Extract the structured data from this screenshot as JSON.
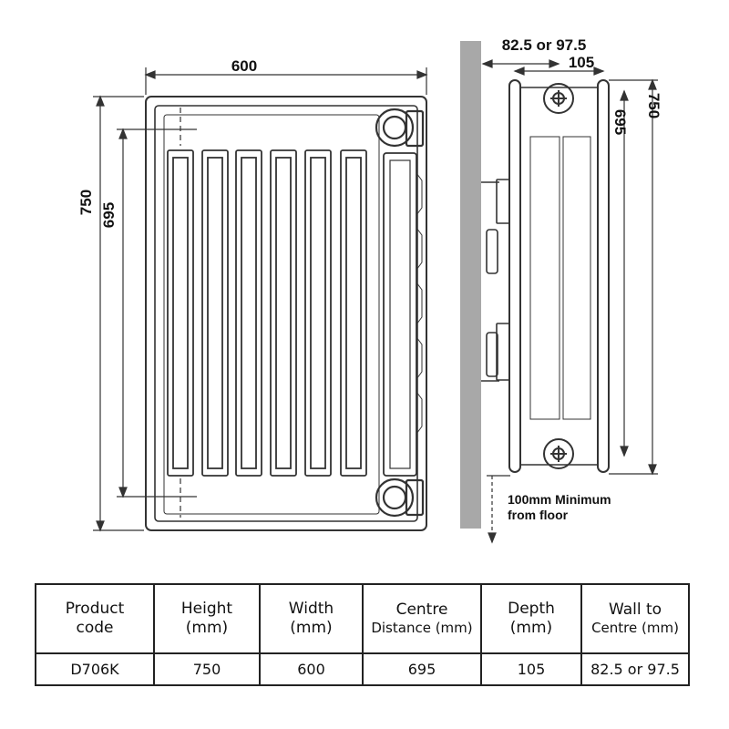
{
  "front_view": {
    "width_label": "600",
    "height_label": "750",
    "centre_label": "695"
  },
  "side_view": {
    "wall_to_centre_label": "82.5 or 97.5",
    "depth_label": "105",
    "height_label": "750",
    "centre_label": "695",
    "floor_note_line1": "100mm Minimum",
    "floor_note_line2": "from floor"
  },
  "spec_table": {
    "headers": {
      "product_code": [
        "Product",
        "code"
      ],
      "height": [
        "Height",
        "(mm)"
      ],
      "width": [
        "Width",
        "(mm)"
      ],
      "centre": [
        "Centre",
        "Distance (mm)"
      ],
      "depth": [
        "Depth",
        "(mm)"
      ],
      "wall": [
        "Wall to",
        "Centre (mm)"
      ]
    },
    "row": {
      "product_code": "D706K",
      "height": "750",
      "width": "600",
      "centre": "695",
      "depth": "105",
      "wall": "82.5 or 97.5"
    }
  }
}
